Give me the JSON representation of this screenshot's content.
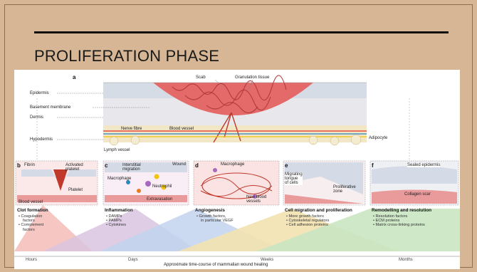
{
  "slide_title": "PROLIFERATION PHASE",
  "panel_letters": {
    "a": "a",
    "b": "b",
    "c": "c",
    "d": "d",
    "e": "e",
    "f": "f"
  },
  "panel_a_labels": {
    "scab": "Scab",
    "granulation_tissue": "Granulation tissue",
    "epidermis": "Epidermis",
    "basement_membrane": "Basement membrane",
    "dermis": "Dermis",
    "hypodermis": "Hypodermis",
    "nerve_fibre": "Nerve fibre",
    "blood_vessel": "Blood vessel",
    "lymph_vessel": "Lymph vessel",
    "adipocyte": "Adipocyte"
  },
  "panel_b_labels": {
    "fibrin": "Fibrin",
    "activated_platelet": "Activated\nplatelet",
    "platelet": "Platelet",
    "blood_vessel": "Blood vessel"
  },
  "panel_c_labels": {
    "interstitial_migration": "Interstitial\nmigration",
    "wound": "Wound",
    "macrophage": "Macrophage",
    "neutrophil": "Neutrophil",
    "extravasation": "Extravasation"
  },
  "panel_d_labels": {
    "macrophage": "Macrophage",
    "new_blood_vessels": "New blood\nvessels"
  },
  "panel_e_labels": {
    "migrating_tongue": "Migrating\ntongue\nof cells",
    "proliferative_zone": "Proliferative\nzone"
  },
  "panel_f_labels": {
    "sealed_epidermis": "Sealed epidermis",
    "collagen_scar": "Collagen scar"
  },
  "stages": [
    {
      "name": "Clot formation",
      "factors": [
        "Coagulation",
        "factors",
        "Complement",
        "factors"
      ]
    },
    {
      "name": "Inflammation",
      "factors": [
        "DAMPs",
        "PAMPs",
        "Cytokines"
      ]
    },
    {
      "name": "Angiogenesis",
      "factors": [
        "Growth factors,",
        "in particular VEGF"
      ]
    },
    {
      "name": "Cell migration and proliferation",
      "factors": [
        "More growth factors",
        "Cytoskeletal regulators",
        "Cell adhesion proteins"
      ]
    },
    {
      "name": "Remodelling and resolution",
      "factors": [
        "Resolution factors",
        "ECM proteins",
        "Matrix cross-linking proteins"
      ]
    }
  ],
  "timeline": {
    "ticks": [
      "Hours",
      "Days",
      "Weeks",
      "Months"
    ],
    "caption": "Approximate time-course of mammalian wound healing"
  },
  "colors": {
    "clot": "#f2b8b3",
    "inflammation": "#d9c4e0",
    "angiogenesis": "#c2d3ee",
    "migration": "#f3e2b0",
    "remodelling": "#c9e5c2"
  }
}
